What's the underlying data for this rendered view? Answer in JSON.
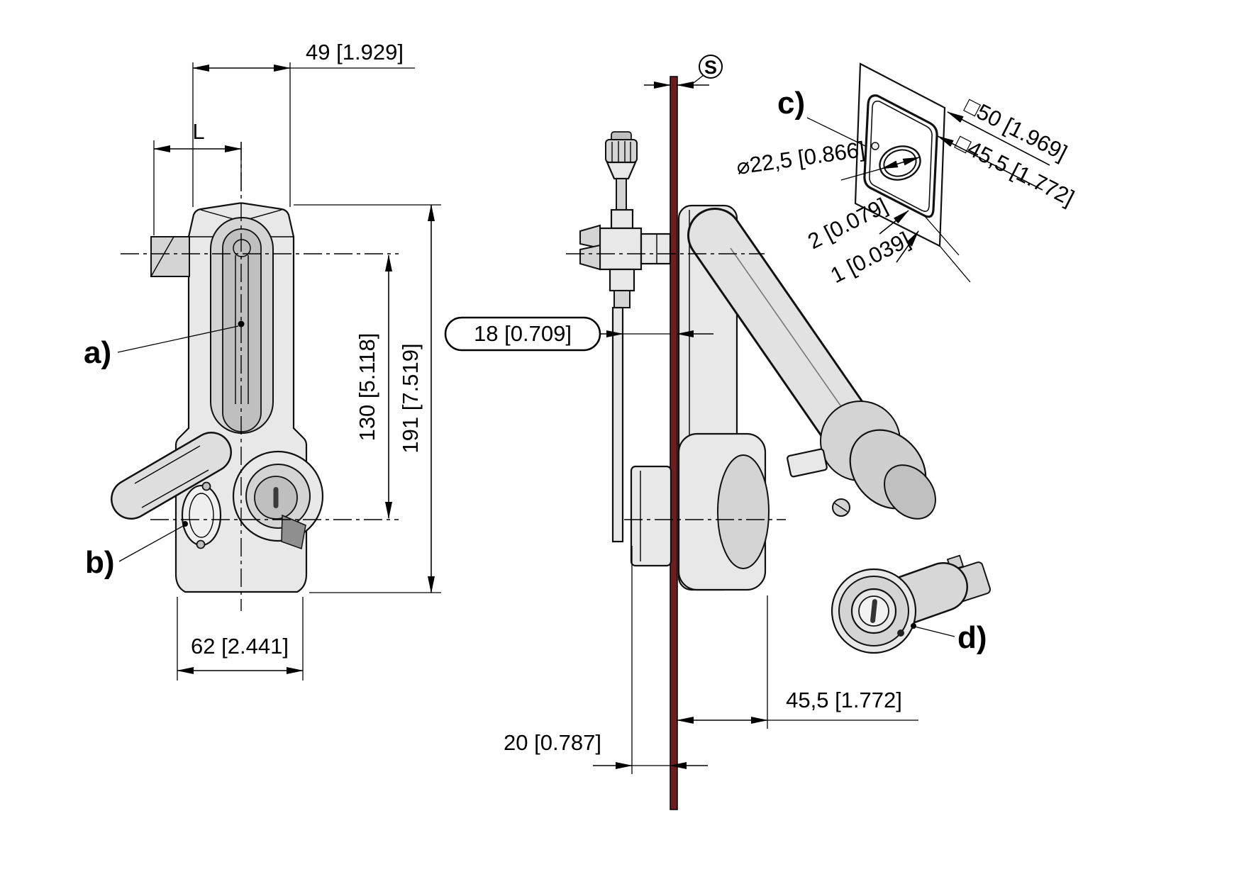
{
  "callouts": {
    "a": "a)",
    "b": "b)",
    "c": "c)",
    "d": "d)"
  },
  "symbols": {
    "panel_thickness": "S"
  },
  "dimensions": {
    "front_top_width": "49 [1.929]",
    "front_grip": "L",
    "front_center_height": "130 [5.118]",
    "front_total_height": "191 [7.519]",
    "front_bottom_width": "62 [2.441]",
    "side_offset": "18 [0.709]",
    "side_depth_behind": "45,5 [1.772]",
    "side_protrusion": "20 [0.787]",
    "cutout_hole_dia": "⌀22,5 [0.866]",
    "cutout_square_outer": "□50 [1.969]",
    "cutout_square_inner": "□45,5 [1.772]",
    "cutout_gasket_thickness": "2 [0.079]",
    "cutout_panel_thickness": "1 [0.039]"
  },
  "colors": {
    "line": "#000000",
    "panel": "#6d1d1d",
    "fill_light": "#e8e8e8",
    "fill_mid": "#d4d4d4",
    "fill_dark": "#bfbfbf",
    "background": "#ffffff"
  }
}
